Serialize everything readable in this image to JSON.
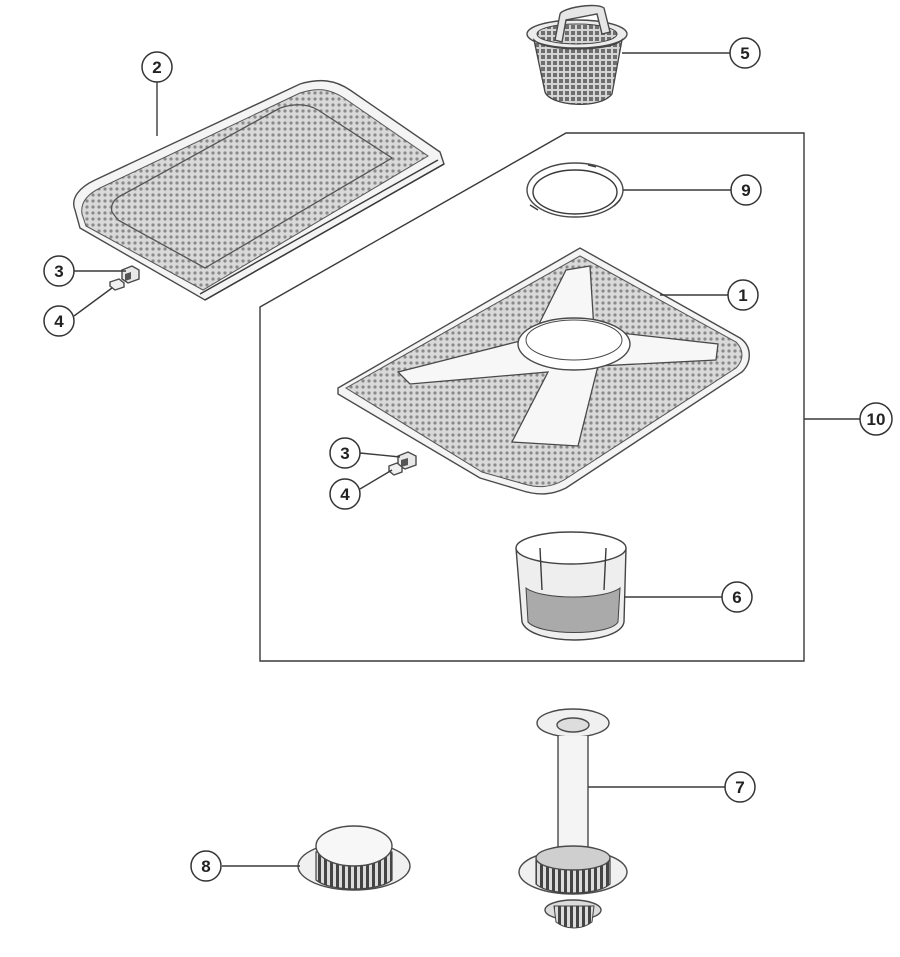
{
  "diagram": {
    "type": "exploded-parts-view",
    "callouts": [
      {
        "key": "c1",
        "label": "1"
      },
      {
        "key": "c2",
        "label": "2"
      },
      {
        "key": "c3a",
        "label": "3"
      },
      {
        "key": "c4a",
        "label": "4"
      },
      {
        "key": "c3b",
        "label": "3"
      },
      {
        "key": "c4b",
        "label": "4"
      },
      {
        "key": "c5",
        "label": "5"
      },
      {
        "key": "c6",
        "label": "6"
      },
      {
        "key": "c7",
        "label": "7"
      },
      {
        "key": "c8",
        "label": "8"
      },
      {
        "key": "c9",
        "label": "9"
      },
      {
        "key": "c10",
        "label": "10"
      }
    ],
    "colors": {
      "line": "#3a3a3a",
      "mesh_fill": "#d9d9d9",
      "mesh_dot": "#8a8a8a",
      "part_fill": "#f2f2f2",
      "dark_band": "#9c9c9c"
    }
  }
}
